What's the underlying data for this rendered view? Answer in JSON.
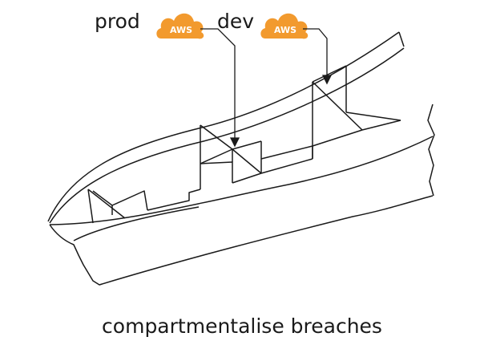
{
  "labels": {
    "prod": "prod",
    "dev": "dev"
  },
  "icons": {
    "prod_icon_text": "AWS",
    "dev_icon_text": "AWS",
    "icon_name": "aws-cloud-icon",
    "icon_color": "#f29a2e"
  },
  "caption": "compartmentalise breaches",
  "colors": {
    "ink": "#1a1a1a",
    "background": "#ffffff"
  }
}
